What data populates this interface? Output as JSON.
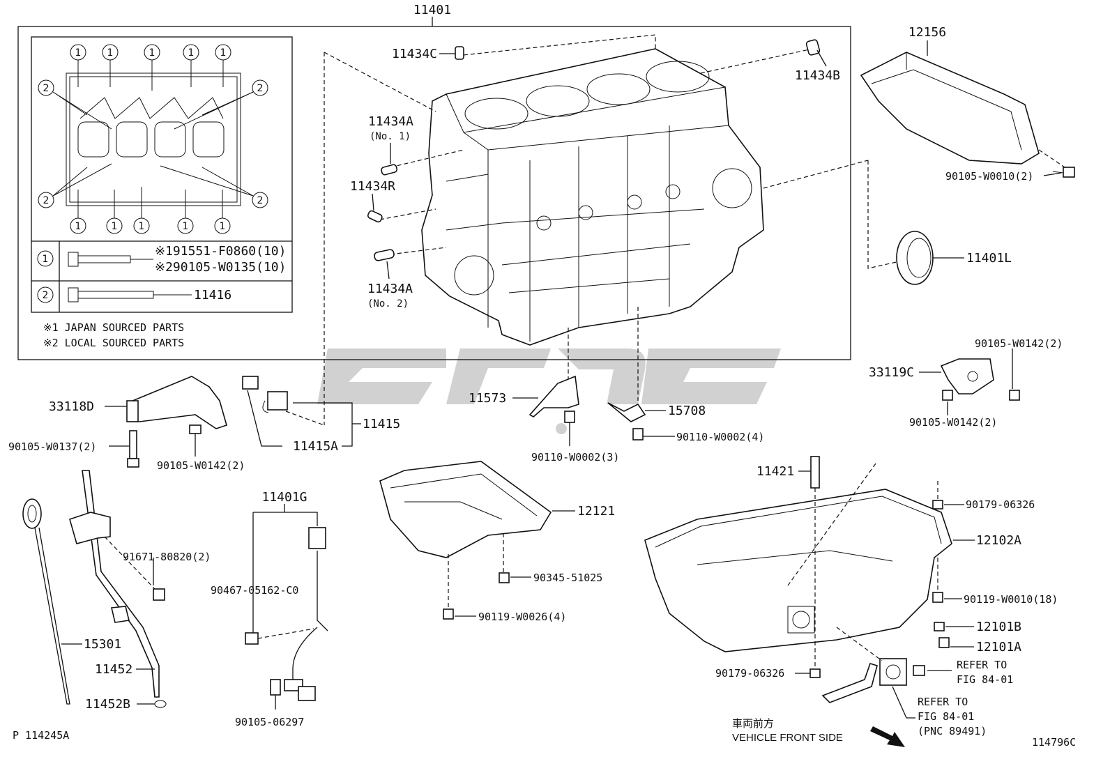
{
  "parts": {
    "block": "11401",
    "pin_c": "11434C",
    "pin_b": "11434B",
    "pin_a1": "11434A",
    "pin_a1_note": "(No. 1)",
    "pin_r": "11434R",
    "pin_a2": "11434A",
    "pin_a2_note": "(No. 2)",
    "cover_12156": "12156",
    "bolt_w0010": "90105-W0010(2)",
    "seal": "11401L",
    "bolt_w0142_top": "90105-W0142(2)",
    "bracket_c": "33119C",
    "bolt_w0142_right": "90105-W0142(2)",
    "bracket_d": "33118D",
    "bolt_w0137": "90105-W0137(2)",
    "bolt_w0142_left": "90105-W0142(2)",
    "sensor_a": "11415A",
    "sensor": "11415",
    "baffle": "11573",
    "jet": "15708",
    "bolt_w0002_4": "90110-W0002(4)",
    "bolt_w0002_3": "90110-W0002(3)",
    "stud": "11421",
    "nut_06326_top": "90179-06326",
    "pan_upper": "12121",
    "pan_lower": "12102A",
    "bolt_51025": "90345-51025",
    "bolt_w0026": "90119-W0026(4)",
    "bolt_w0010_18": "90119-W0010(18)",
    "plug_b": "12101B",
    "plug_a": "12101A",
    "refer1_a": "REFER TO",
    "refer1_b": "FIG 84-01",
    "refer2_a": "REFER TO",
    "refer2_b": "FIG 84-01",
    "refer2_c": "(PNC 89491)",
    "nut_06326_bottom": "90179-06326",
    "harness": "11401G",
    "clamp_c0": "90467-05162-C0",
    "bolt_06297": "90105-06297",
    "bolt_80820": "91671-80820(2)",
    "dipstick": "15301",
    "guide": "11452",
    "oring": "11452B"
  },
  "inset": {
    "callout_1": "1",
    "callout_2": "2",
    "row1_line1": "※191551-F0860(10)",
    "row1_line2": "※290105-W0135(10)",
    "row2_part": "11416",
    "note1": "※1 JAPAN SOURCED PARTS",
    "note2": "※2 LOCAL SOURCED PARTS"
  },
  "footer": {
    "left_code": "P 114245A",
    "right_code": "114796C",
    "front_jp": "車両前方",
    "front_en": "VEHICLE FRONT SIDE"
  }
}
